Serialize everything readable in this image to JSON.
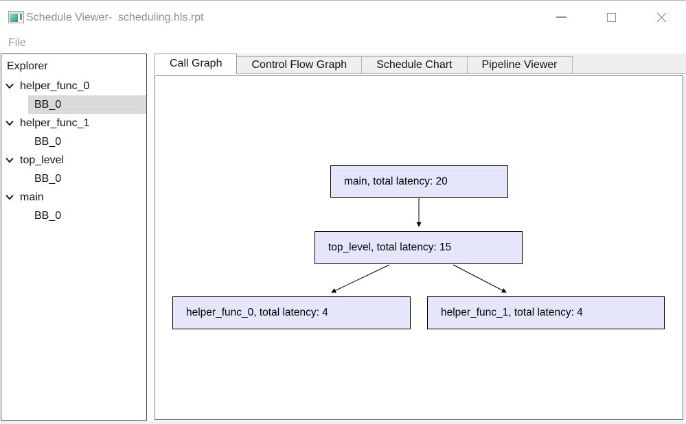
{
  "window": {
    "title": "Schedule Viewer-  scheduling.hls.rpt",
    "icons": {
      "app_icon": "window-app-icon",
      "minimize": "minimize-dash",
      "maximize": "maximize-square",
      "close": "close-x"
    }
  },
  "menu": {
    "file_label": "File"
  },
  "explorer": {
    "title": "Explorer",
    "tree": [
      {
        "label": "helper_func_0",
        "expanded": true,
        "children": [
          {
            "label": "BB_0",
            "selected": true
          }
        ]
      },
      {
        "label": "helper_func_1",
        "expanded": true,
        "children": [
          {
            "label": "BB_0",
            "selected": false
          }
        ]
      },
      {
        "label": "top_level",
        "expanded": true,
        "children": [
          {
            "label": "BB_0",
            "selected": false
          }
        ]
      },
      {
        "label": "main",
        "expanded": true,
        "children": [
          {
            "label": "BB_0",
            "selected": false
          }
        ]
      }
    ]
  },
  "tabs": [
    {
      "label": "Call Graph",
      "active": true
    },
    {
      "label": "Control Flow Graph",
      "active": false
    },
    {
      "label": "Schedule Chart",
      "active": false
    },
    {
      "label": "Pipeline Viewer",
      "active": false
    }
  ],
  "call_graph": {
    "nodes": [
      {
        "id": "main",
        "label": "main, total latency: 20"
      },
      {
        "id": "top_level",
        "label": "top_level, total latency: 15"
      },
      {
        "id": "helper_func_0",
        "label": "helper_func_0, total latency: 4"
      },
      {
        "id": "helper_func_1",
        "label": "helper_func_1, total latency: 4"
      }
    ],
    "edges": [
      {
        "from": "main",
        "to": "top_level"
      },
      {
        "from": "top_level",
        "to": "helper_func_0"
      },
      {
        "from": "top_level",
        "to": "helper_func_1"
      }
    ],
    "colors": {
      "node_fill": "#e6e6fa",
      "node_border": "#000000",
      "edge": "#000000",
      "selected_row": "#d9d9d9"
    }
  }
}
